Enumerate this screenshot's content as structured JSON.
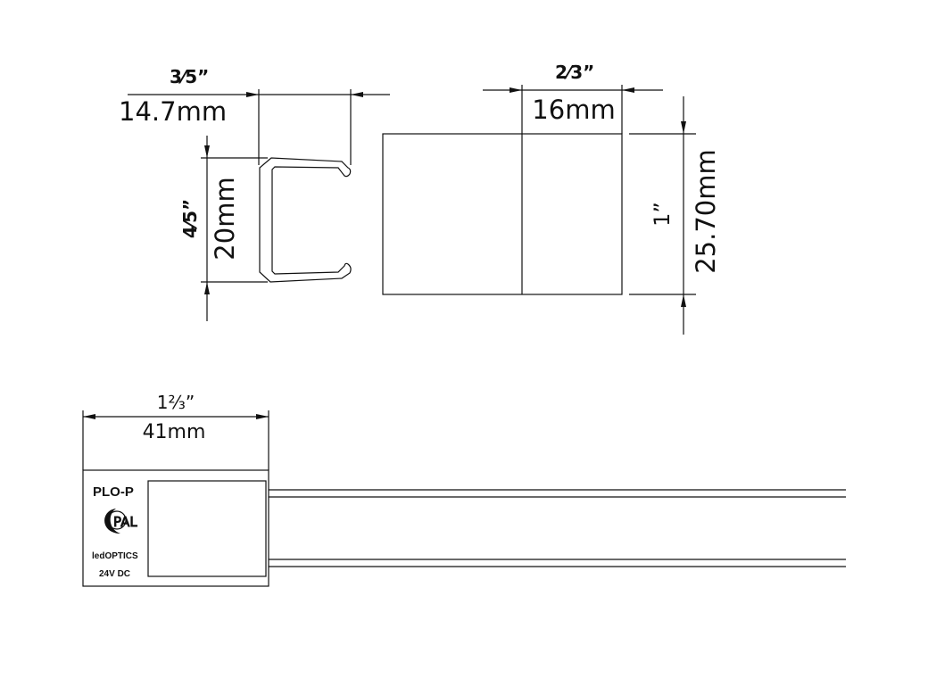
{
  "profile_view": {
    "width_in": "3⁄5”",
    "width_mm": "14.7mm",
    "height_in": "4⁄5”",
    "height_mm": "20mm"
  },
  "side_view": {
    "width_in": "2⁄3”",
    "width_mm": "16mm",
    "height_in": "1”",
    "height_mm": "25.70mm"
  },
  "driver_view": {
    "width_in": "1⅔”",
    "width_mm": "41mm",
    "model": "PLO-P",
    "logo": "PAL",
    "brand": "ledOPTICS",
    "voltage": "24V DC"
  },
  "colors": {
    "line": "#111111",
    "background": "#ffffff"
  }
}
